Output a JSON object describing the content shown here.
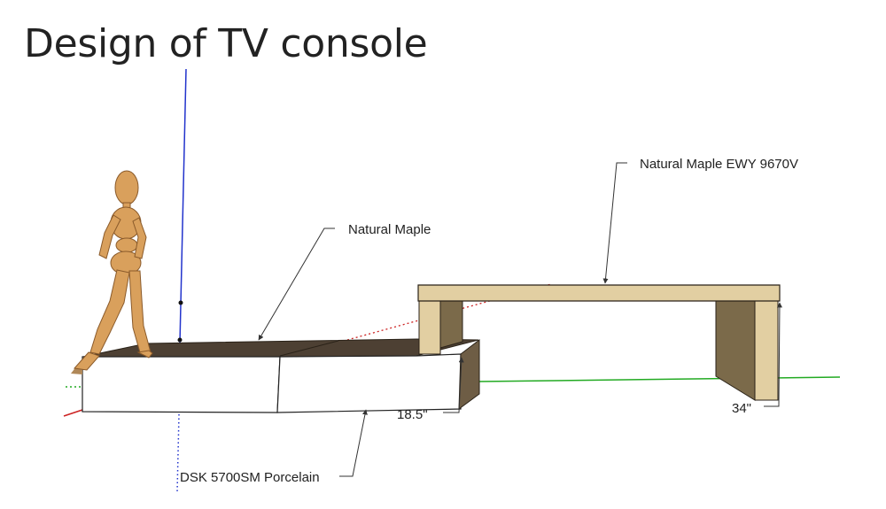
{
  "title": "Design of TV console",
  "labels": {
    "top_surface": "Natural Maple",
    "bench": "Natural Maple EWY 9670V",
    "base": "DSK 5700SM Porcelain",
    "base_height": "18.5\"",
    "bench_height": "34\""
  },
  "colors": {
    "axis_blue": "#2233cc",
    "axis_green": "#22aa22",
    "axis_red": "#cc2222",
    "maple": "#e2cfa2",
    "maple_dark": "#7b6a4a",
    "top_dark": "#4a3d30",
    "mannequin": "#d9a05c"
  }
}
